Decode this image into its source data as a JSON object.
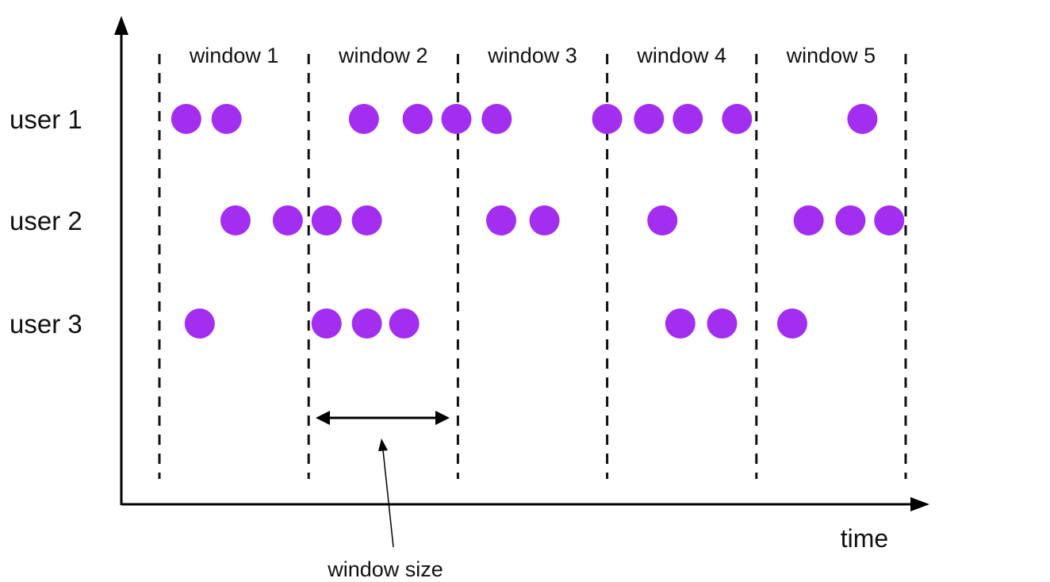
{
  "axis": {
    "x_label": "time"
  },
  "windows": [
    {
      "label": "window 1",
      "start": 0,
      "end": 1
    },
    {
      "label": "window 2",
      "start": 1,
      "end": 2
    },
    {
      "label": "window 3",
      "start": 2,
      "end": 3
    },
    {
      "label": "window 4",
      "start": 3,
      "end": 4
    },
    {
      "label": "window 5",
      "start": 4,
      "end": 5
    }
  ],
  "users": [
    {
      "label": "user 1",
      "events": [
        0.18,
        0.45,
        1.37,
        1.73,
        1.99,
        2.26,
        3.0,
        3.28,
        3.54,
        3.87,
        4.71
      ]
    },
    {
      "label": "user 2",
      "events": [
        0.51,
        0.86,
        1.12,
        1.39,
        2.29,
        2.58,
        3.37,
        4.35,
        4.63,
        4.89
      ]
    },
    {
      "label": "user 3",
      "events": [
        0.27,
        1.12,
        1.39,
        1.64,
        3.49,
        3.77,
        4.24
      ]
    }
  ],
  "annotation": {
    "label": "window size",
    "spans_window": 2
  },
  "colors": {
    "event": "#a42ef0",
    "axis": "#000000",
    "divider": "#111111"
  }
}
